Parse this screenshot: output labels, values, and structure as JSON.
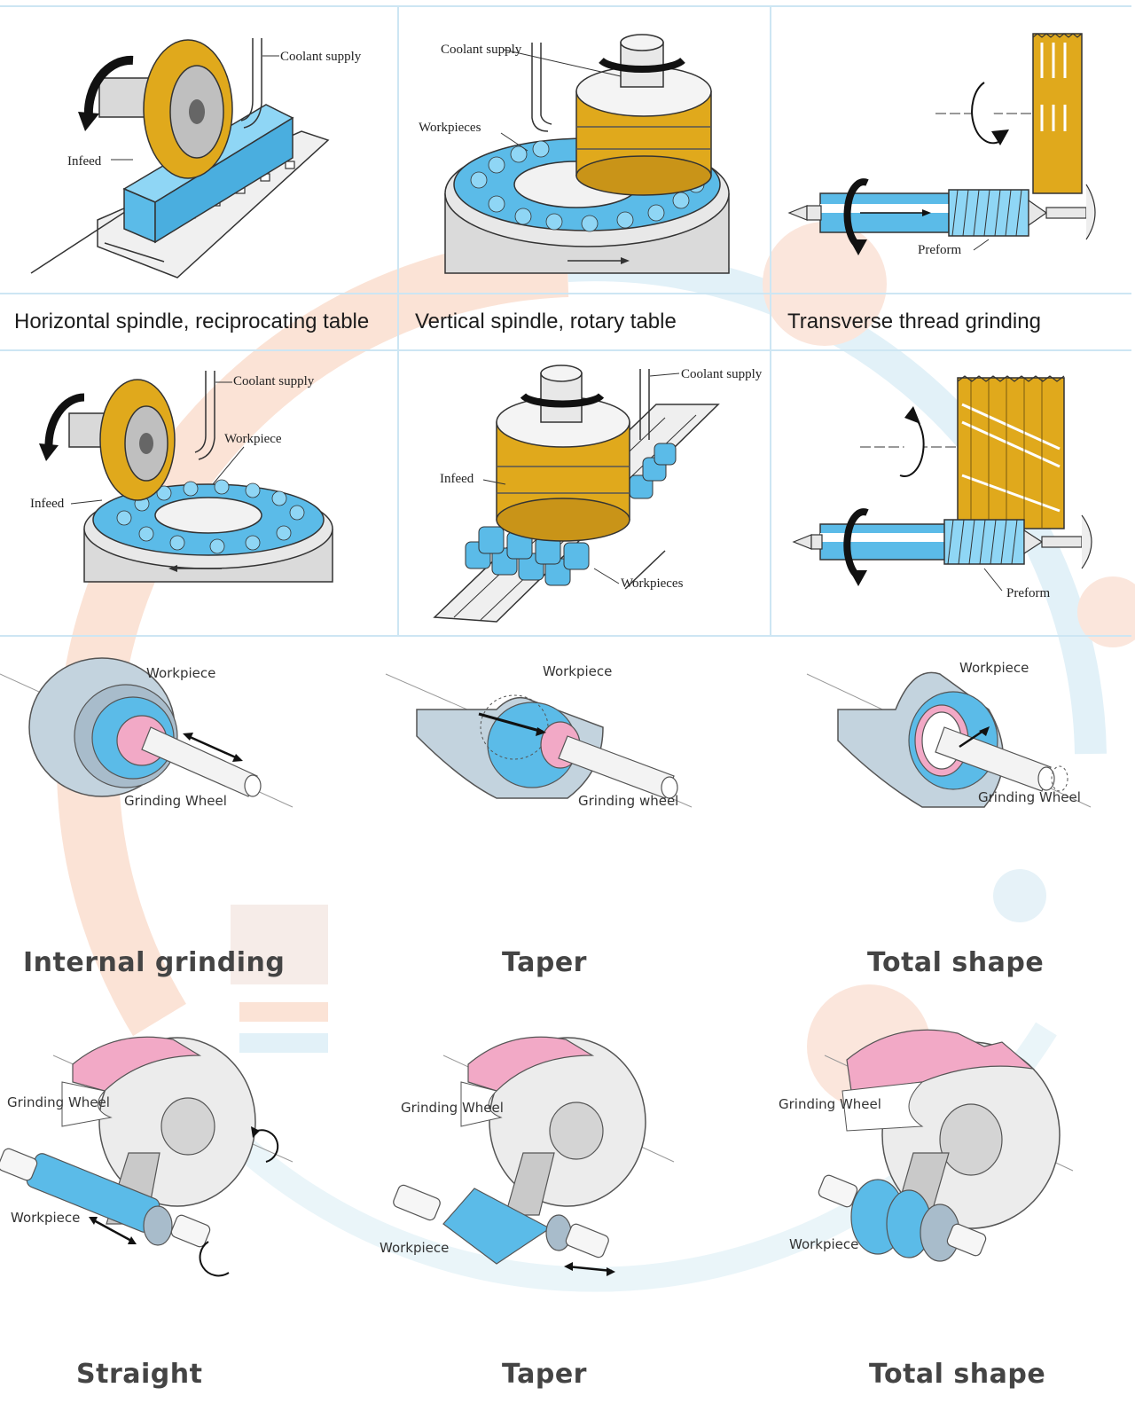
{
  "colors": {
    "blue": "#5bbbe8",
    "gold": "#e0a91c",
    "pink": "#f2a9c6",
    "grid_line": "#cde6f3"
  },
  "top_table": {
    "row1": [
      {
        "caption": "Horizontal spindle, reciprocating table",
        "labels": [
          "Coolant supply",
          "Infeed"
        ]
      },
      {
        "caption": "Vertical spindle, rotary table",
        "labels": [
          "Coolant supply",
          "Workpieces"
        ]
      },
      {
        "caption": "Transverse thread grinding",
        "labels": [
          "Preform"
        ]
      }
    ],
    "row2": [
      {
        "labels": [
          "Coolant supply",
          "Workpiece",
          "Infeed"
        ]
      },
      {
        "labels": [
          "Coolant supply",
          "Infeed",
          "Workpieces"
        ]
      },
      {
        "labels": [
          "Preform"
        ]
      }
    ]
  },
  "internal": {
    "items": [
      {
        "title": "Internal grinding",
        "labels": [
          "Workpiece",
          "Grinding Wheel"
        ]
      },
      {
        "title": "Taper",
        "labels": [
          "Workpiece",
          "Grinding wheel"
        ]
      },
      {
        "title": "Total shape",
        "labels": [
          "Workpiece",
          "Grinding Wheel"
        ]
      }
    ]
  },
  "external": {
    "items": [
      {
        "title": "Straight",
        "labels": [
          "Grinding Wheel",
          "Workpiece"
        ]
      },
      {
        "title": "Taper",
        "labels": [
          "Grinding Wheel",
          "Workpiece"
        ]
      },
      {
        "title": "Total shape",
        "labels": [
          "Grinding Wheel",
          "Workpiece"
        ]
      }
    ]
  }
}
